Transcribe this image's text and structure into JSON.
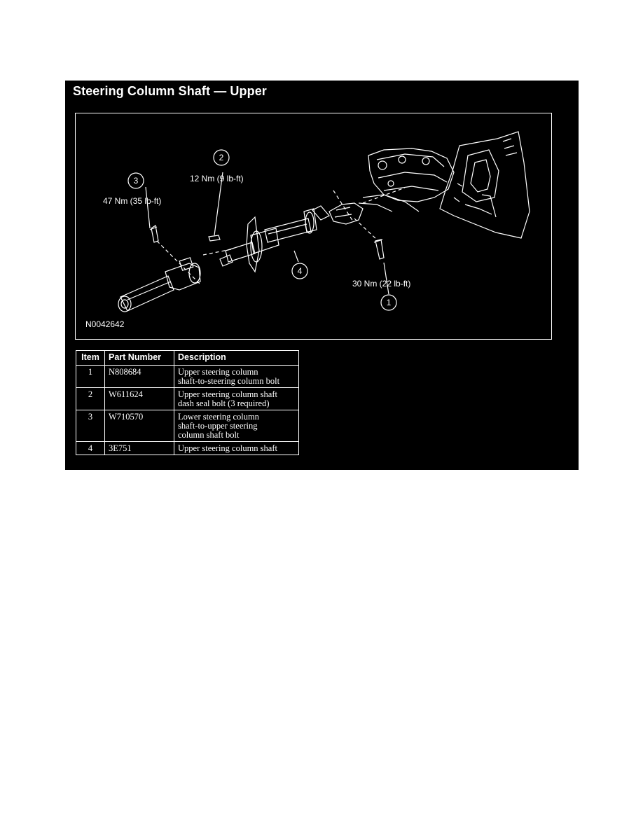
{
  "figure": {
    "title": "Steering Column Shaft — Upper",
    "figure_id": "N0042642",
    "callouts": [
      {
        "number": "1",
        "torque": "30 Nm (22 lb-ft)"
      },
      {
        "number": "2",
        "torque": "12 Nm (9 lb-ft)"
      },
      {
        "number": "3",
        "torque": "47 Nm (35 lb-ft)"
      },
      {
        "number": "4",
        "torque": ""
      }
    ]
  },
  "parts_table": {
    "headers": [
      "Item",
      "Part Number",
      "Description"
    ],
    "rows": [
      {
        "item": "1",
        "part_number": "N808684",
        "description": [
          "Upper steering column",
          "shaft-to-steering column bolt"
        ]
      },
      {
        "item": "2",
        "part_number": "W611624",
        "description": [
          "Upper steering column shaft",
          "dash seal bolt (3 required)"
        ]
      },
      {
        "item": "3",
        "part_number": "W710570",
        "description": [
          "Lower steering column",
          "shaft-to-upper steering",
          "column shaft bolt"
        ]
      },
      {
        "item": "4",
        "part_number": "3E751",
        "description": [
          "Upper steering column shaft"
        ]
      }
    ]
  }
}
